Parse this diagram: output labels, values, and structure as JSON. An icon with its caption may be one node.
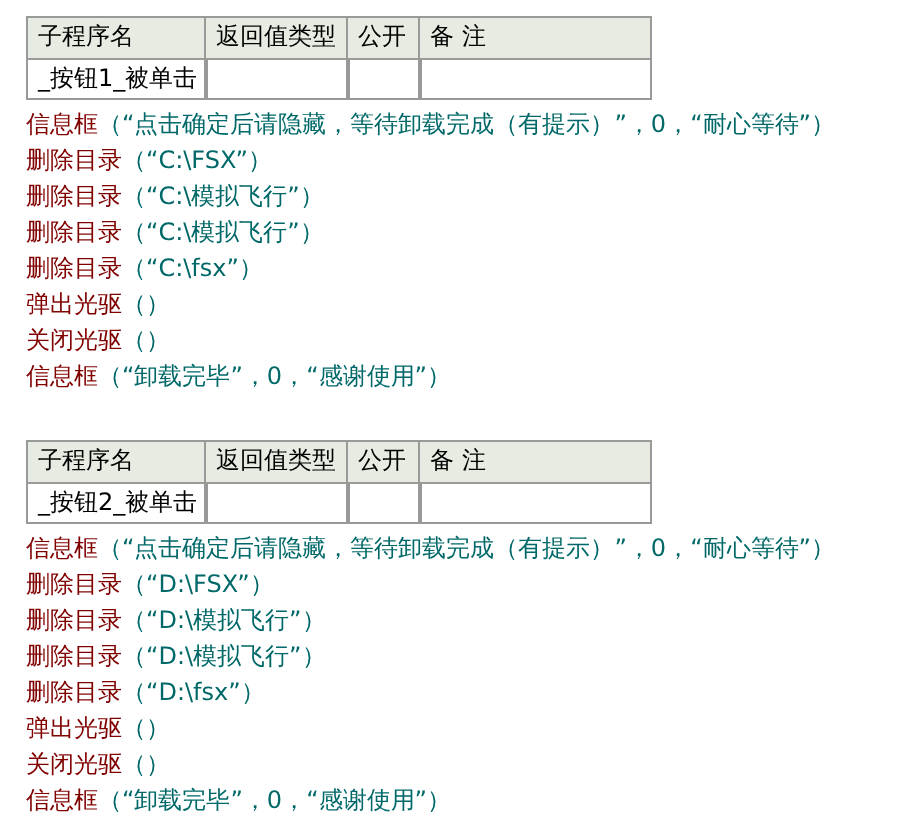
{
  "diagram": {
    "labels": [
      "子程序名",
      "返回值类型",
      "公开",
      "备 注",
      "_按钮1_被单击",
      "信息框（“点击确定后请隐藏，等待卸载完成（有提示）”，0，“耐心等待”）",
      "删除目录（“C:\\FSX”）",
      "删除目录（“C:\\模拟飞行”）",
      "删除目录（“C:\\模拟飞行”）",
      "删除目录（“C:\\fsx”）",
      "弹出光驱（）",
      "关闭光驱（）",
      "信息框（“卸载完毕”，0，“感谢使用”）",
      "子程序名",
      "返回值类型",
      "公开",
      "备 注",
      "_按钮2_被单击",
      "信息框（“点击确定后请隐藏，等待卸载完成（有提示）”，0，“耐心等待”）",
      "删除目录（“D:\\FSX”）",
      "删除目录（“D:\\模拟飞行”）",
      "删除目录（“D:\\模拟飞行”）",
      "删除目录（“D:\\fsx”）",
      "弹出光驱（）",
      "关闭光驱（）",
      "信息框（“卸载完毕”，0，“感谢使用”）"
    ]
  }
}
